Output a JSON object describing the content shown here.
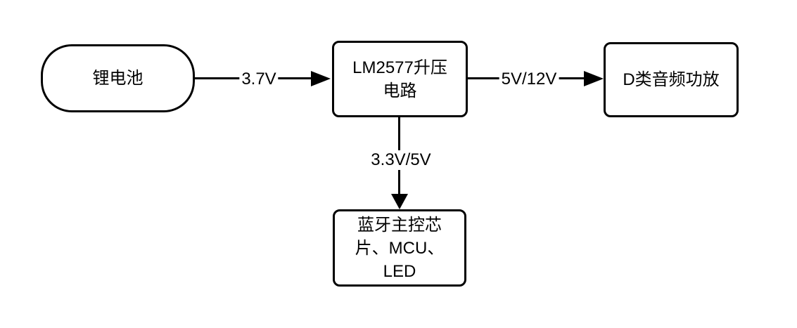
{
  "diagram": {
    "title": "Bluetooth speaker power supply block diagram",
    "colors": {
      "background": "#ffffff",
      "stroke": "#000000",
      "text": "#000000"
    },
    "nodes": {
      "battery": {
        "shape": "stadium",
        "label": "锂电池"
      },
      "boost": {
        "shape": "rectangle",
        "label": "LM2577升压电路",
        "lines": [
          "LM2577升压",
          "电路"
        ]
      },
      "amp": {
        "shape": "rectangle",
        "label": "D类音频功放"
      },
      "bt": {
        "shape": "rectangle",
        "label": "蓝牙主控芯片、MCU、LED",
        "lines": [
          "蓝牙主控芯",
          "片、MCU、",
          "LED"
        ]
      }
    },
    "edges": {
      "battery_to_boost": {
        "from": "battery",
        "to": "boost",
        "direction": "right",
        "label": "3.7V"
      },
      "boost_to_amp": {
        "from": "boost",
        "to": "amp",
        "direction": "right",
        "label": "5V/12V"
      },
      "boost_to_bt": {
        "from": "boost",
        "to": "bt",
        "direction": "down",
        "label": "3.3V/5V"
      }
    }
  }
}
